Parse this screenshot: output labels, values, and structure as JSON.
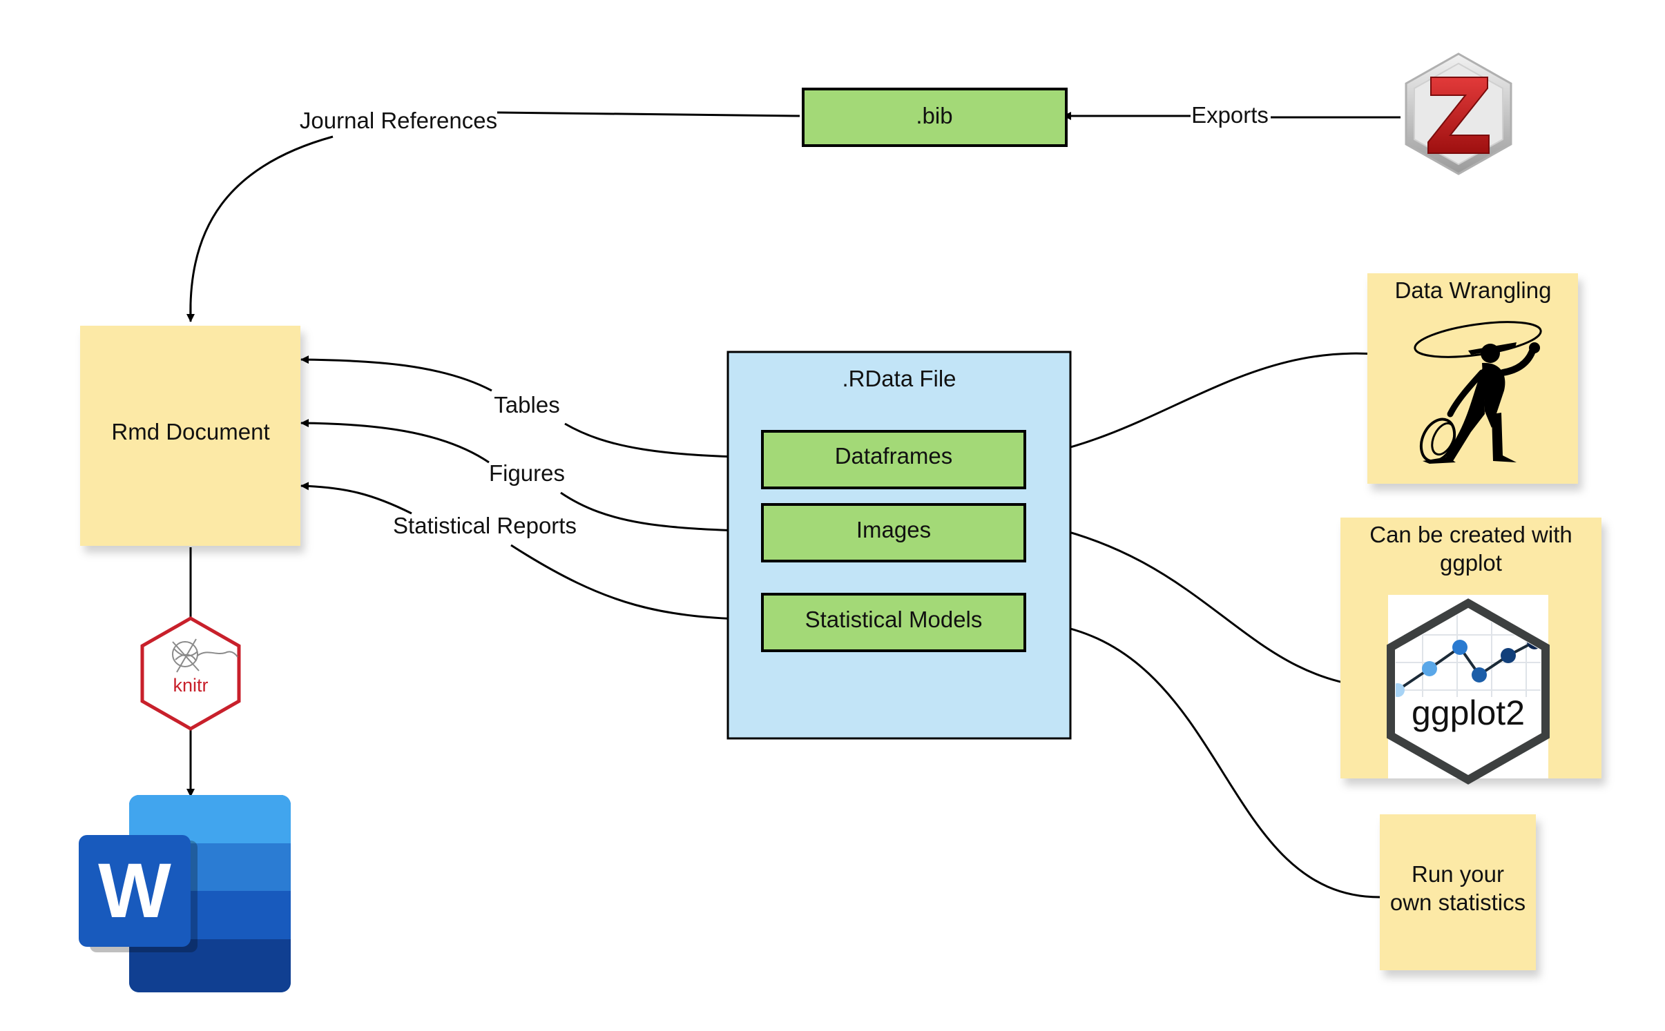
{
  "nodes": {
    "rmd": "Rmd Document",
    "bib": ".bib",
    "rdata": ".RData File",
    "dataframes": "Dataframes",
    "images": "Images",
    "models": "Statistical Models",
    "wrangling": "Data Wrangling",
    "ggplot_line1": "Can be created with",
    "ggplot_line2": "ggplot",
    "stats_line1": "Run your",
    "stats_line2": "own statistics"
  },
  "edges": {
    "journal": "Journal References",
    "exports": "Exports",
    "tables": "Tables",
    "figures": "Figures",
    "reports": "Statistical Reports"
  },
  "logos": {
    "knitr": "knitr",
    "ggplot2": "ggplot2",
    "word": "W",
    "zotero": "Z"
  },
  "colors": {
    "note": "#fce9a6",
    "green": "#a3d977",
    "blue": "#c2e4f7",
    "knitr_red": "#c8202b",
    "word_blue": "#185abd",
    "zotero_red": "#cc2936"
  }
}
